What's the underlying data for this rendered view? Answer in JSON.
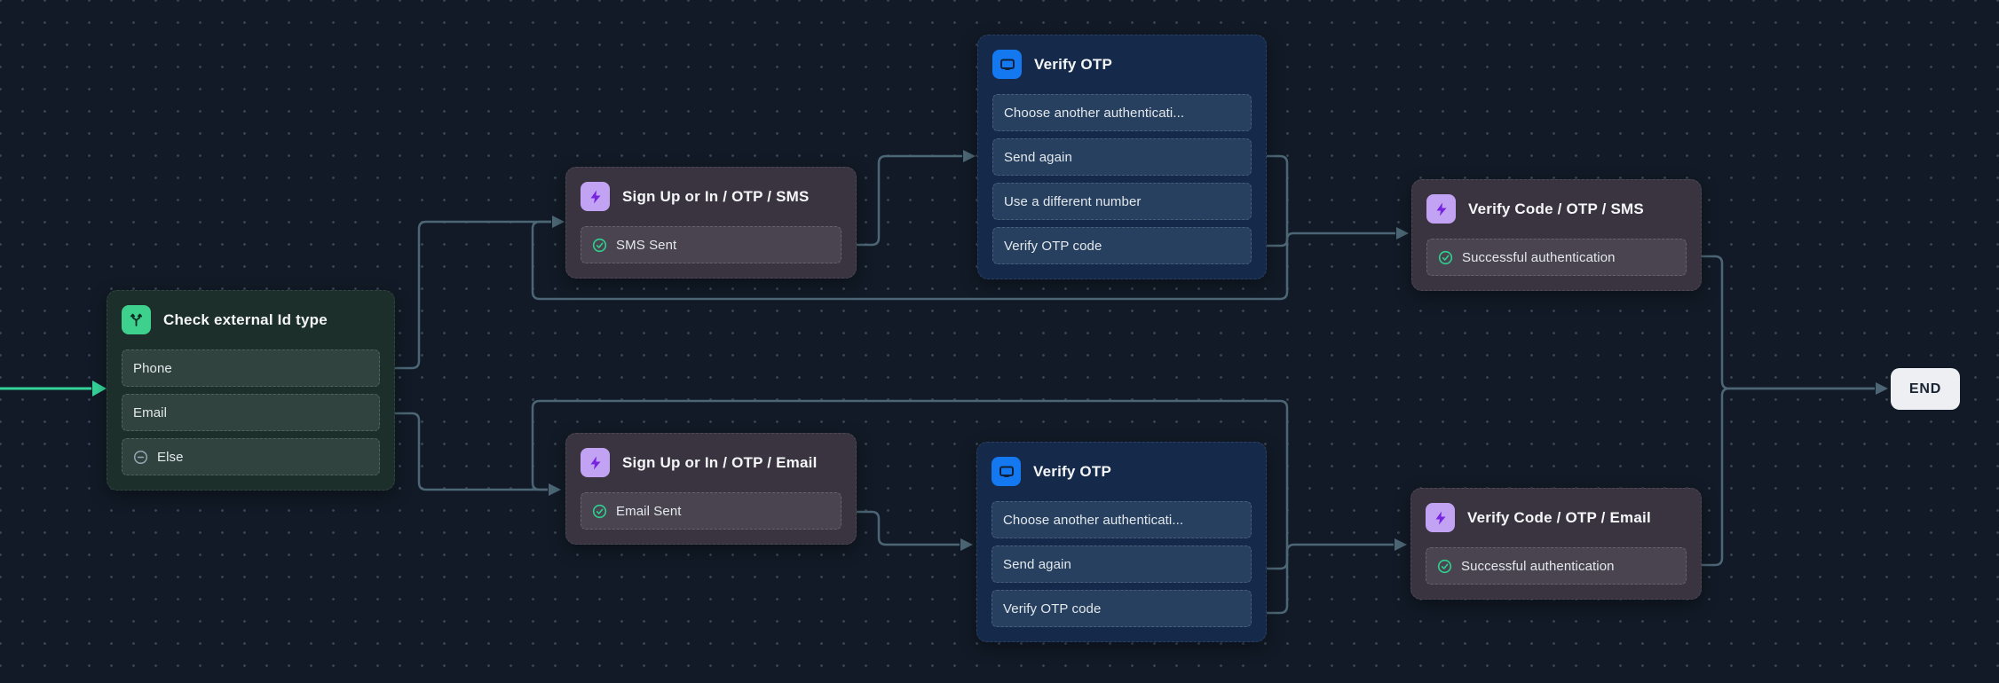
{
  "canvas": {
    "background_color": "#111a26",
    "edge_color": "#4c6675",
    "start_edge_color": "#34d399",
    "accent_green": "#3ed18d",
    "accent_purple": "#c2a3f3",
    "accent_purple_bolt": "#7724e0",
    "accent_blue": "#1478f0"
  },
  "nodes": {
    "check_external_id": {
      "title": "Check external Id type",
      "icon": "branch-split-icon",
      "items": [
        {
          "label": "Phone"
        },
        {
          "label": "Email"
        },
        {
          "label": "Else",
          "icon": "minus-circle-icon"
        }
      ]
    },
    "signup_sms": {
      "title": "Sign Up or In / OTP / SMS",
      "icon": "flash-icon",
      "items": [
        {
          "label": "SMS Sent",
          "icon": "check-circle-icon"
        }
      ]
    },
    "verify_otp_sms": {
      "title": "Verify OTP",
      "icon": "screen-icon",
      "items": [
        {
          "label": "Choose another authenticati..."
        },
        {
          "label": "Send again"
        },
        {
          "label": "Use a different number"
        },
        {
          "label": "Verify OTP code"
        }
      ]
    },
    "verify_code_sms": {
      "title": "Verify Code / OTP / SMS",
      "icon": "flash-icon",
      "items": [
        {
          "label": "Successful authentication",
          "icon": "check-circle-icon"
        }
      ]
    },
    "signup_email": {
      "title": "Sign Up or In / OTP / Email",
      "icon": "flash-icon",
      "items": [
        {
          "label": "Email Sent",
          "icon": "check-circle-icon"
        }
      ]
    },
    "verify_otp_email": {
      "title": "Verify OTP",
      "icon": "screen-icon",
      "items": [
        {
          "label": "Choose another authenticati..."
        },
        {
          "label": "Send again"
        },
        {
          "label": "Verify OTP code"
        }
      ]
    },
    "verify_code_email": {
      "title": "Verify Code / OTP / Email",
      "icon": "flash-icon",
      "items": [
        {
          "label": "Successful authentication",
          "icon": "check-circle-icon"
        }
      ]
    },
    "end": {
      "label": "END"
    }
  }
}
